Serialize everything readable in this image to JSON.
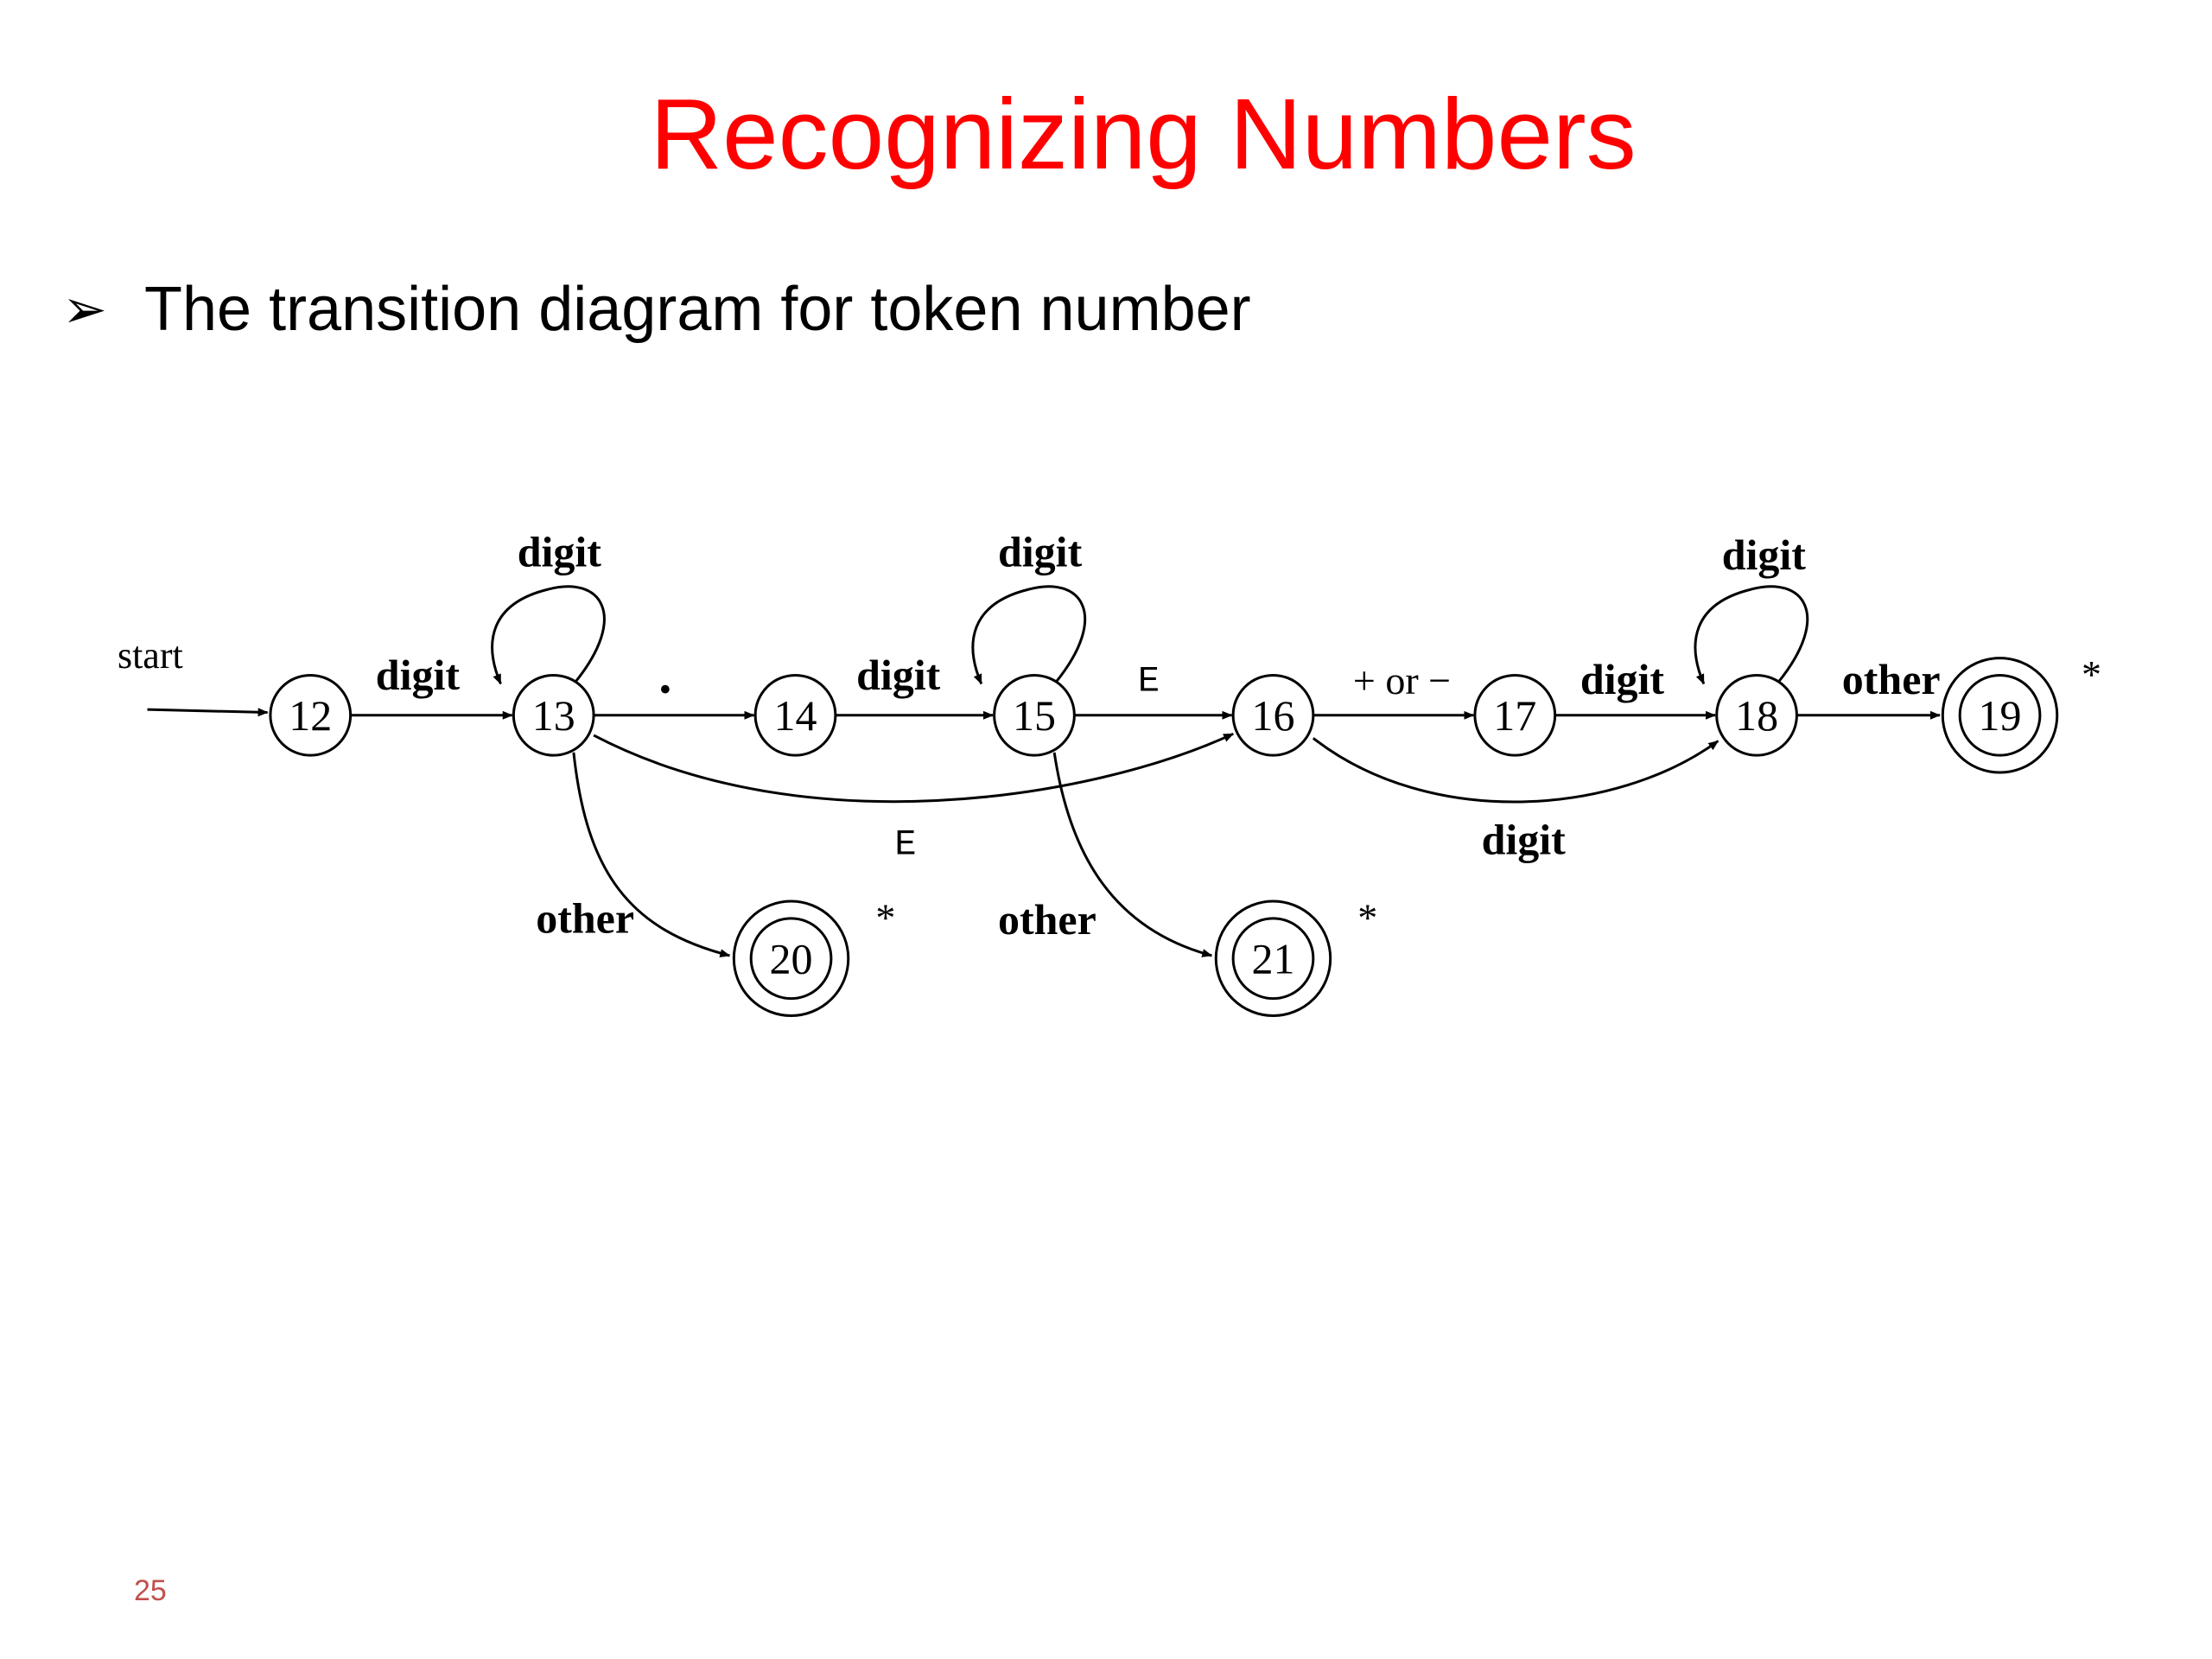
{
  "slide": {
    "title": "Recognizing Numbers",
    "bullet": "The transition diagram for token number",
    "page_number": "25"
  },
  "colors": {
    "title": "#ff0000",
    "page_number": "#c0504d",
    "diagram": "#000000"
  },
  "diagram": {
    "start_label": "start",
    "states": [
      {
        "id": "12",
        "accepting": false,
        "retract": ""
      },
      {
        "id": "13",
        "accepting": false,
        "retract": ""
      },
      {
        "id": "14",
        "accepting": false,
        "retract": ""
      },
      {
        "id": "15",
        "accepting": false,
        "retract": ""
      },
      {
        "id": "16",
        "accepting": false,
        "retract": ""
      },
      {
        "id": "17",
        "accepting": false,
        "retract": ""
      },
      {
        "id": "18",
        "accepting": false,
        "retract": ""
      },
      {
        "id": "19",
        "accepting": true,
        "retract": "*"
      },
      {
        "id": "20",
        "accepting": true,
        "retract": "*"
      },
      {
        "id": "21",
        "accepting": true,
        "retract": "*"
      }
    ],
    "transitions": [
      {
        "from": "12",
        "to": "13",
        "label": "digit"
      },
      {
        "from": "13",
        "to": "13",
        "label": "digit"
      },
      {
        "from": "13",
        "to": "14",
        "label": "."
      },
      {
        "from": "14",
        "to": "15",
        "label": "digit"
      },
      {
        "from": "15",
        "to": "15",
        "label": "digit"
      },
      {
        "from": "15",
        "to": "16",
        "label": "E"
      },
      {
        "from": "13",
        "to": "16",
        "label": "E"
      },
      {
        "from": "16",
        "to": "17",
        "label": "+ or −"
      },
      {
        "from": "17",
        "to": "18",
        "label": "digit"
      },
      {
        "from": "16",
        "to": "18",
        "label": "digit"
      },
      {
        "from": "18",
        "to": "18",
        "label": "digit"
      },
      {
        "from": "18",
        "to": "19",
        "label": "other"
      },
      {
        "from": "13",
        "to": "20",
        "label": "other"
      },
      {
        "from": "15",
        "to": "21",
        "label": "other"
      }
    ]
  }
}
